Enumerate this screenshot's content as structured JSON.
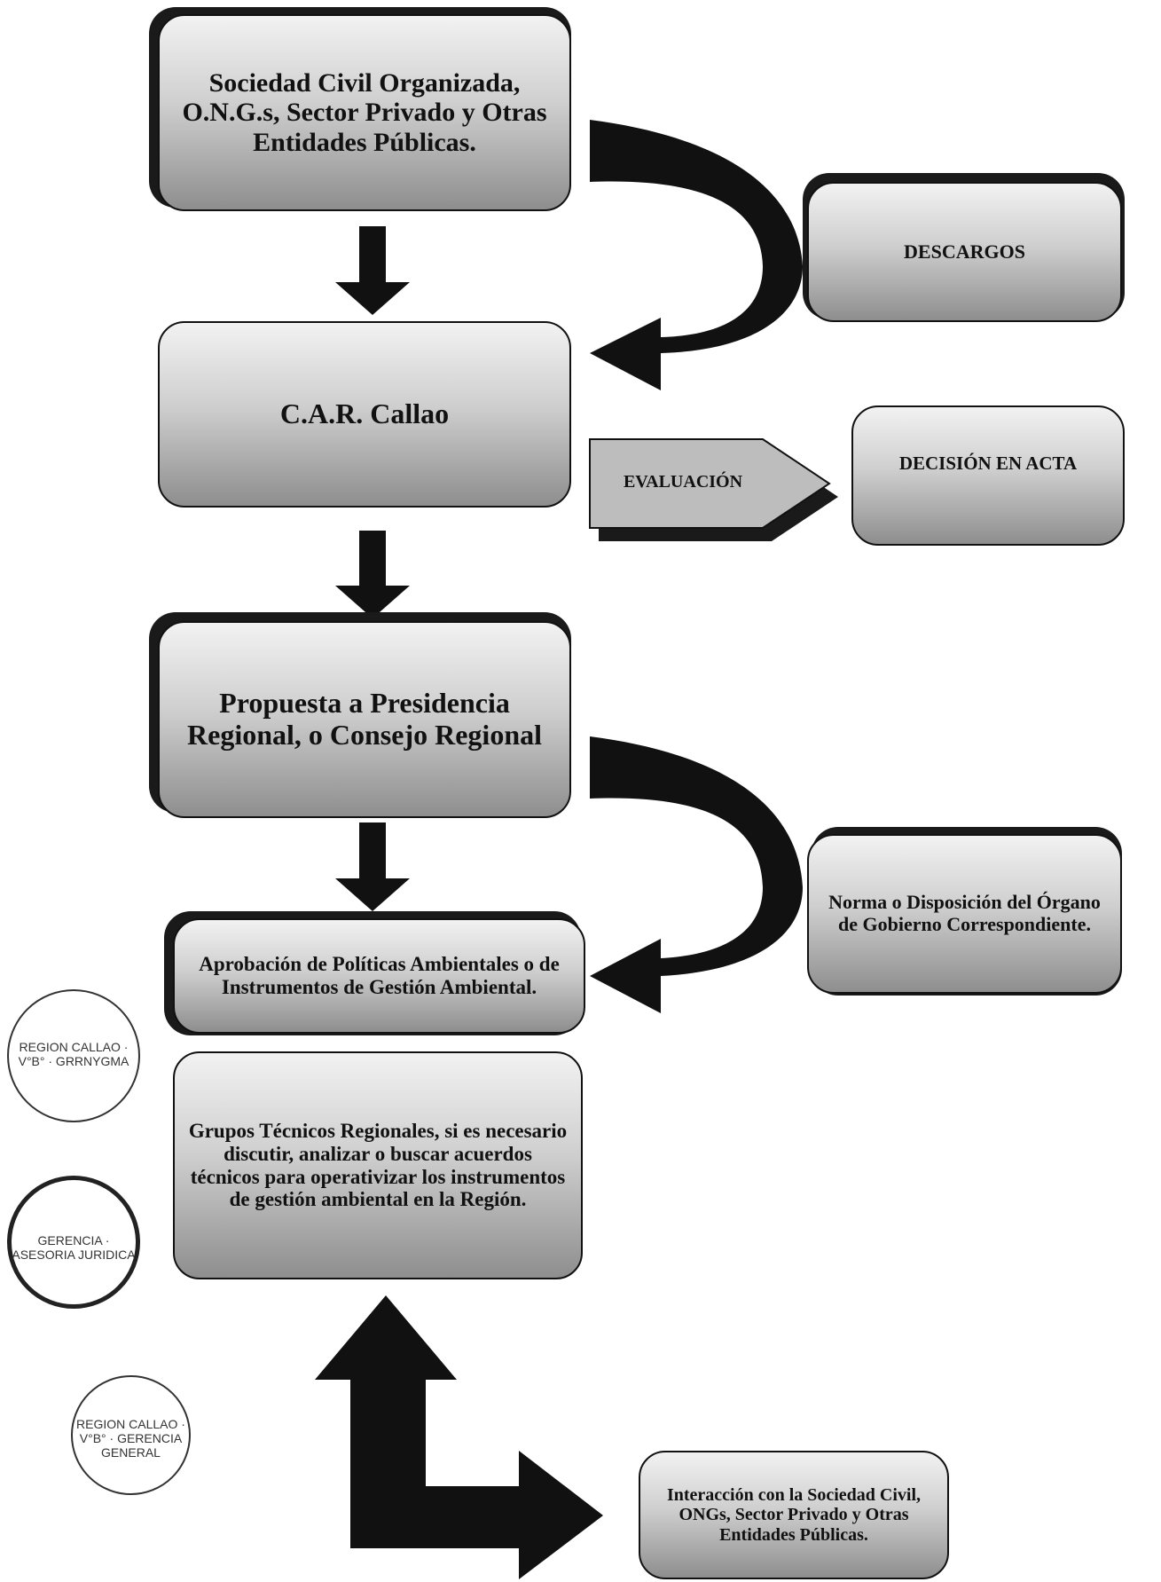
{
  "nodes": {
    "sociedad": "Sociedad Civil Organizada, O.N.G.s, Sector Privado y Otras Entidades Públicas.",
    "car_callao": "C.A.R. Callao",
    "descargos": "DESCARGOS",
    "evaluacion": "EVALUACIÓN",
    "decision": "DECISIÓN EN ACTA",
    "propuesta": "Propuesta a Presidencia Regional, o Consejo Regional",
    "norma": "Norma o Disposición del Órgano de Gobierno Correspondiente.",
    "aprobacion": "Aprobación de Políticas Ambientales o de Instrumentos de Gestión Ambiental.",
    "grupos": "Grupos Técnicos Regionales, si es necesario discutir, analizar o buscar acuerdos técnicos para operativizar los instrumentos de gestión ambiental en la Región.",
    "interaccion": "Interacción con la Sociedad Civil, ONGs, Sector Privado y Otras Entidades Públicas."
  },
  "stamps": {
    "stamp1": "REGION CALLAO · V°B° · GRRNYGMA",
    "stamp2": "GERENCIA · ASESORIA JURIDICA",
    "stamp3": "REGION CALLAO · V°B° · GERENCIA GENERAL"
  },
  "colors": {
    "box_light": "#f2f2f2",
    "box_dark": "#8e8e8e",
    "arrow": "#111111"
  }
}
